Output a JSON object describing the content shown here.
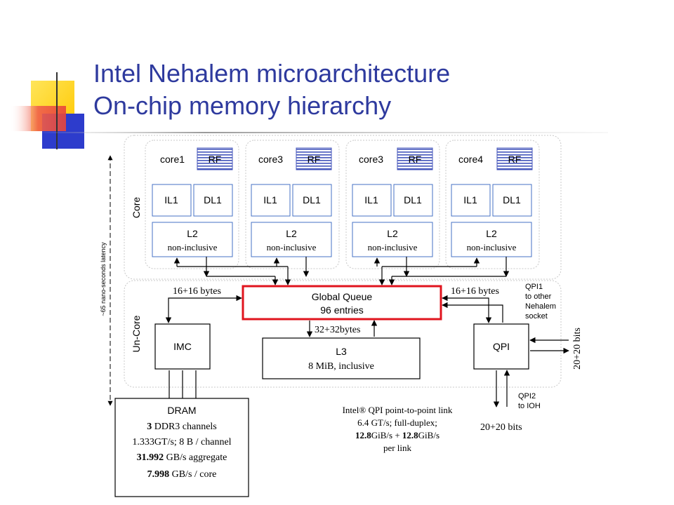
{
  "title": {
    "line1": "Intel Nehalem microarchitecture",
    "line2": "On-chip memory hierarchy"
  },
  "diagram": {
    "cores": [
      {
        "name": "core1",
        "rf": "RF",
        "il1": "IL1",
        "dl1": "DL1",
        "l2": "L2",
        "l2_policy": "non-inclusive"
      },
      {
        "name": "core3",
        "rf": "RF",
        "il1": "IL1",
        "dl1": "DL1",
        "l2": "L2",
        "l2_policy": "non-inclusive"
      },
      {
        "name": "core3",
        "rf": "RF",
        "il1": "IL1",
        "dl1": "DL1",
        "l2": "L2",
        "l2_policy": "non-inclusive"
      },
      {
        "name": "core4",
        "rf": "RF",
        "il1": "IL1",
        "dl1": "DL1",
        "l2": "L2",
        "l2_policy": "non-inclusive"
      }
    ],
    "core_label": "Core",
    "uncore_label": "Un-Core",
    "latency_label": "~65 nano-seconds latency",
    "bw_left": "16+16 bytes",
    "bw_right": "16+16 bytes",
    "global_queue": {
      "line1": "Global Queue",
      "line2": "96 entries"
    },
    "l3_bw": "32+32bytes",
    "l3": {
      "line1": "L3",
      "line2": "8 MiB, inclusive"
    },
    "imc": "IMC",
    "qpi": "QPI",
    "qpi1": {
      "line1": "QPI1",
      "line2": "to other",
      "line3": "Nehalem",
      "line4": "socket"
    },
    "qpi2": {
      "line1": "QPI2",
      "line2": "to IOH"
    },
    "bits_right": "20+20 bits",
    "bits_bottom": "20+20 bits",
    "dram": {
      "title": "DRAM",
      "channels_num": "3",
      "channels_text": " DDR3 channels",
      "rate": "1.333GT/s; 8 B / channel",
      "agg_num": "31.992",
      "agg_text": " GB/s aggregate",
      "core_num": "7.998",
      "core_text": " GB/s / core"
    },
    "qpi_note": {
      "line1": "Intel® QPI point-to-point link",
      "line2": "6.4 GT/s; full-duplex;",
      "line3_a": "12.8",
      "line3_b": "GiB/s + ",
      "line3_c": "12.8",
      "line3_d": "GiB/s",
      "line4": "per link"
    }
  },
  "colors": {
    "title": "#2e3a9e",
    "box_border": "#4472c4",
    "rf_stripes": "#4455bb",
    "global_queue_border": "#e0141e",
    "region_border": "#c8c8c8",
    "deco_yellow": "#ffd21e",
    "deco_blue": "#2d3ccc",
    "deco_red": "#e8443a"
  }
}
